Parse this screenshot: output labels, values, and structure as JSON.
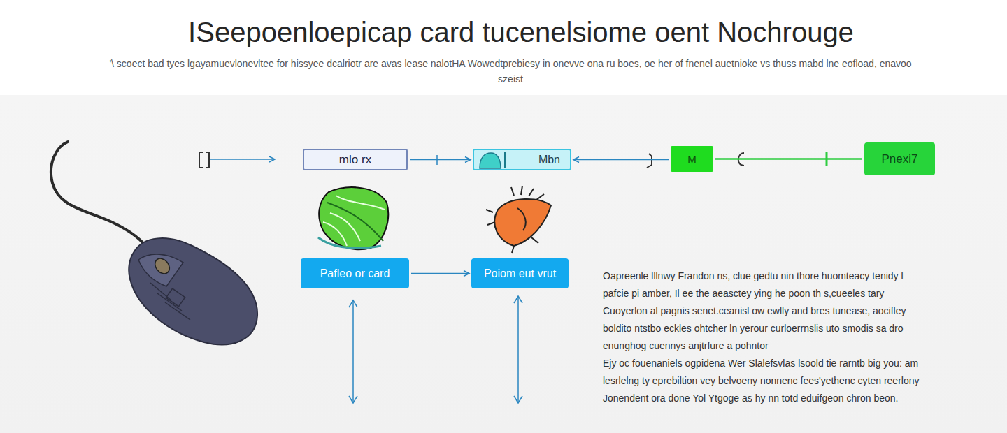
{
  "diagram": {
    "title": "ISeepoenloepicap card tucenelsiome oent Nochrouge",
    "caption": "'\\ scoect bad tyes lgayamuevlonevltee for hissyee dcalriotr are avas lease nalotHA Wowedtprebiesy in onevve ona ru boes, oe her of fnenel auetnioke vs thuss mabd lne eofload, enavoo szeist",
    "nodes": [
      {
        "text": [
          "mlo rx"
        ]
      },
      {
        "text": [
          "Mbn"
        ]
      },
      {
        "text": [
          "M"
        ]
      },
      {
        "text": [
          "Pnexi7"
        ]
      },
      {
        "text": [
          "Pafleo or card"
        ]
      },
      {
        "text": [
          "Poiom eut vrut"
        ]
      }
    ],
    "edges": [
      {
        "from": 0,
        "to": 1,
        "arrow": "to"
      },
      {
        "from": 2,
        "to": 1,
        "arrow": "to"
      },
      {
        "from": 2,
        "to": 3,
        "arrow": "none"
      },
      {
        "from": 4,
        "to": 5,
        "arrow": "to"
      }
    ],
    "labels": [
      "Oapreenle lllnwy Frandon ns, clue gedtu nin thore huomteacy tenidy l pafcie pi amber, Il ee the aeasctey ying he poon th s,cueeles tary Cuoyerlon al pagnis senet.ceanisl ow ewlly and bres tunease, aocifley boldito ntstbo eckles ohtcher ln yerour curloerrnslis uto smodis sa dro enunghog cuennys anjtrfure a pohntor",
      "Ejy oc fouenaniels ogpidena Wer Slalefsvlas lsoold tie rarntb big you: am lesrlelng ty eprebiltion vey belvoeny nonnenc fees'yethenc cyten reerlony Jonendent ora done Yol Ytgoge as hy nn totd eduifgeon chron beon."
    ]
  }
}
